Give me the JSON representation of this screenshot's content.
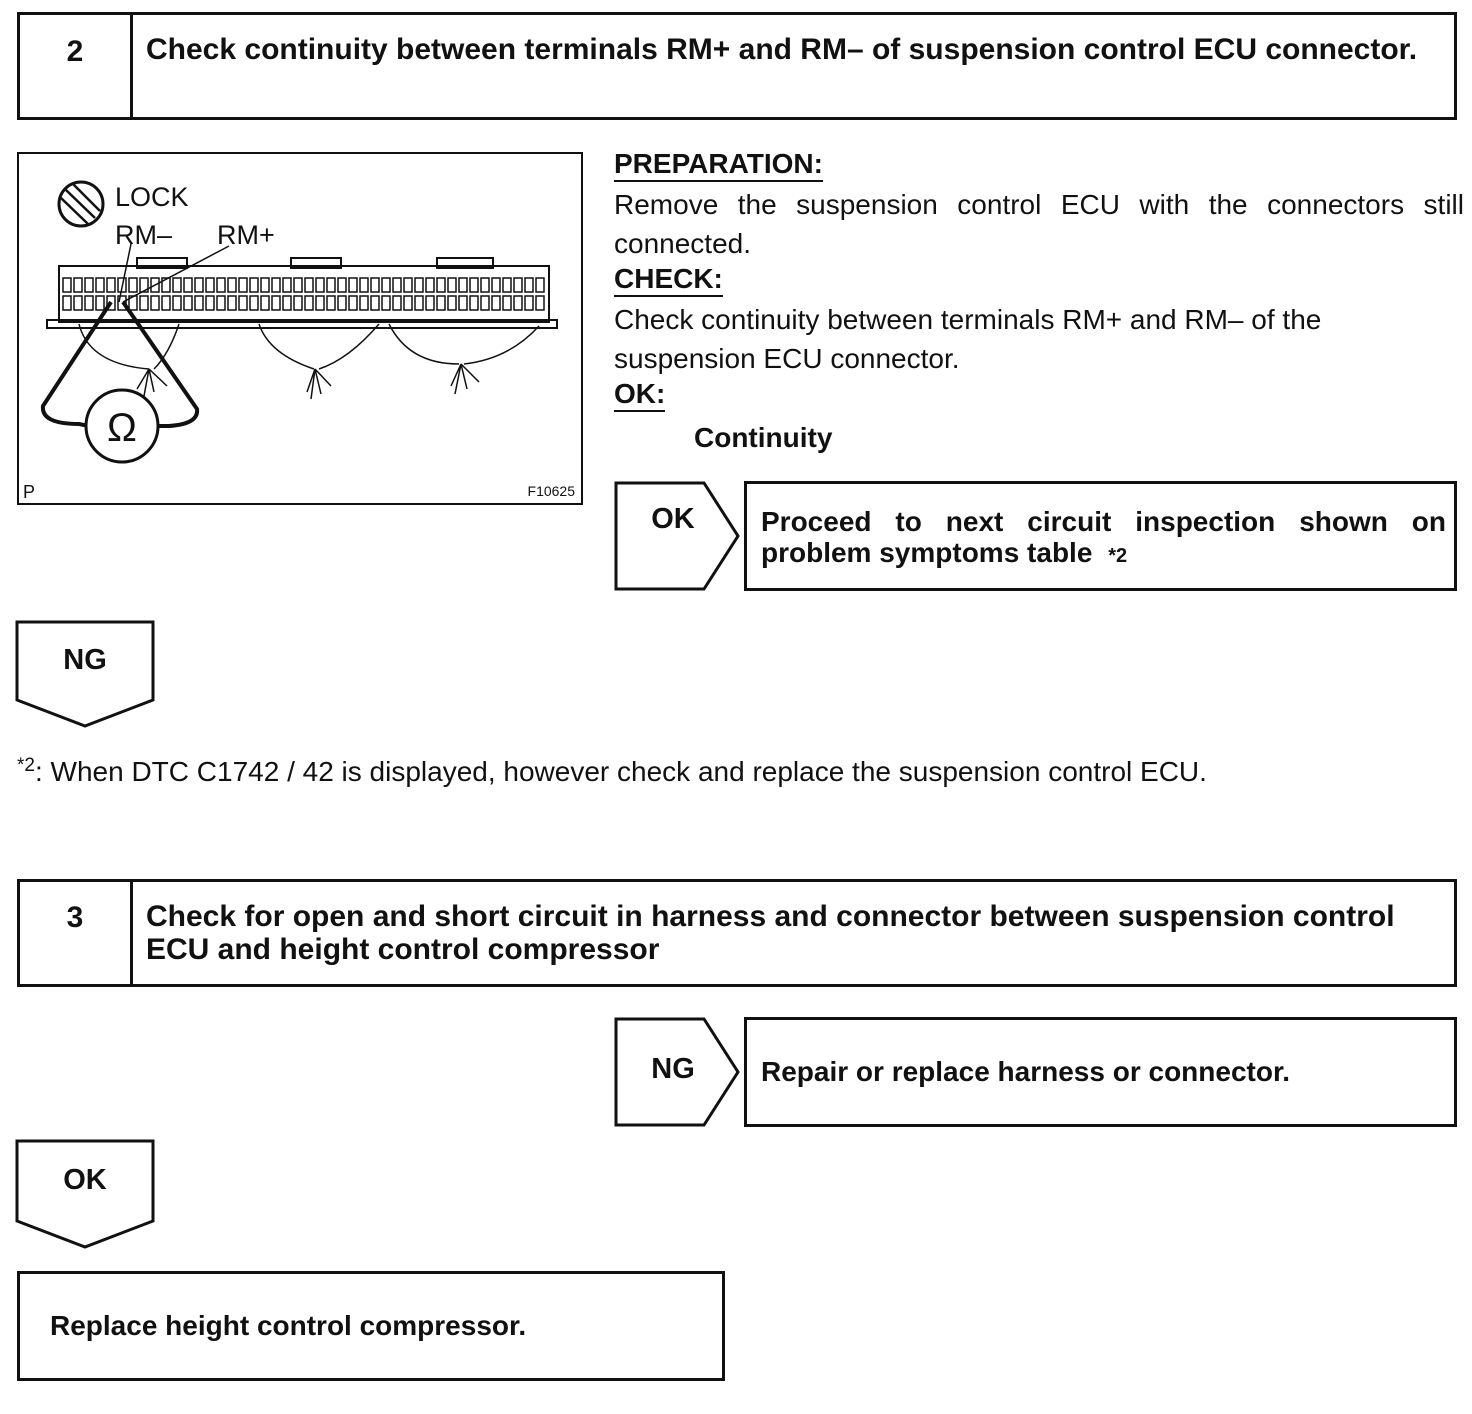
{
  "step2": {
    "number": "2",
    "title": "Check continuity between terminals RM+ and RM– of suspension control ECU connector."
  },
  "figure": {
    "lock_label": "LOCK",
    "rm_minus_label": "RM–",
    "rm_plus_label": "RM+",
    "ohm_symbol": "Ω",
    "corner_left": "P",
    "figure_code": "F10625"
  },
  "instructions": {
    "preparation_heading": "PREPARATION:",
    "preparation_text": "Remove the suspension control ECU with the connectors still connected.",
    "check_heading": "CHECK:",
    "check_text": "Check continuity between terminals RM+ and RM– of the suspension ECU connector.",
    "ok_heading": "OK:",
    "ok_value": "Continuity"
  },
  "step2_ok": {
    "label": "OK",
    "action": "Proceed to next circuit inspection shown on problem symptoms table",
    "note_ref": "*2"
  },
  "step2_ng": {
    "label": "NG"
  },
  "footnote": {
    "marker": "*2",
    "text": ": When DTC C1742 / 42 is displayed, however check and replace the suspension control ECU."
  },
  "step3": {
    "number": "3",
    "title": "Check for open and short circuit in harness and connector between suspension control ECU and height control compressor"
  },
  "step3_ng": {
    "label": "NG",
    "action": "Repair or replace harness or connector."
  },
  "step3_ok": {
    "label": "OK"
  },
  "final_action": {
    "text": "Replace height control compressor."
  }
}
